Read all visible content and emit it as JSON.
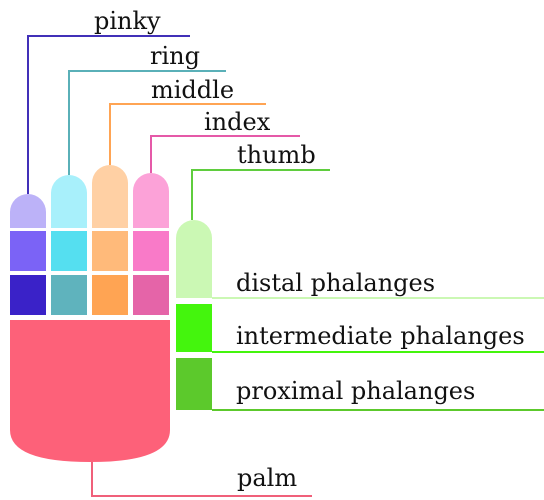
{
  "fingers": {
    "pinky": {
      "label": "pinky",
      "tip": "#bcb2f8",
      "mid": "#7b63f6",
      "base": "#3a22c8",
      "line": "#4130b8"
    },
    "ring": {
      "label": "ring",
      "tip": "#a8f0fb",
      "mid": "#55dff0",
      "base": "#5fb3bd",
      "line": "#5ab0b8"
    },
    "middle": {
      "label": "middle",
      "tip": "#ffd0a4",
      "mid": "#ffba7a",
      "base": "#ffa453",
      "line": "#ffa453"
    },
    "index": {
      "label": "index",
      "tip": "#fca2d8",
      "mid": "#f97ac8",
      "base": "#e564a8",
      "line": "#e559a8"
    },
    "thumb": {
      "label": "thumb",
      "tip": "#cbf8b4",
      "line": "#5fcd3e"
    }
  },
  "phalanges": {
    "distal": {
      "label": "distal phalanges",
      "color": "#cbf8b4",
      "line": "#cbf8b4"
    },
    "intermediate": {
      "label": "intermediate phalanges",
      "color": "#44f50d",
      "line": "#44f50d"
    },
    "proximal": {
      "label": "proximal phalanges",
      "color": "#5cc92c",
      "line": "#5cc92c"
    }
  },
  "palm": {
    "label": "palm",
    "color": "#fd6179",
    "line": "#f0607a"
  }
}
